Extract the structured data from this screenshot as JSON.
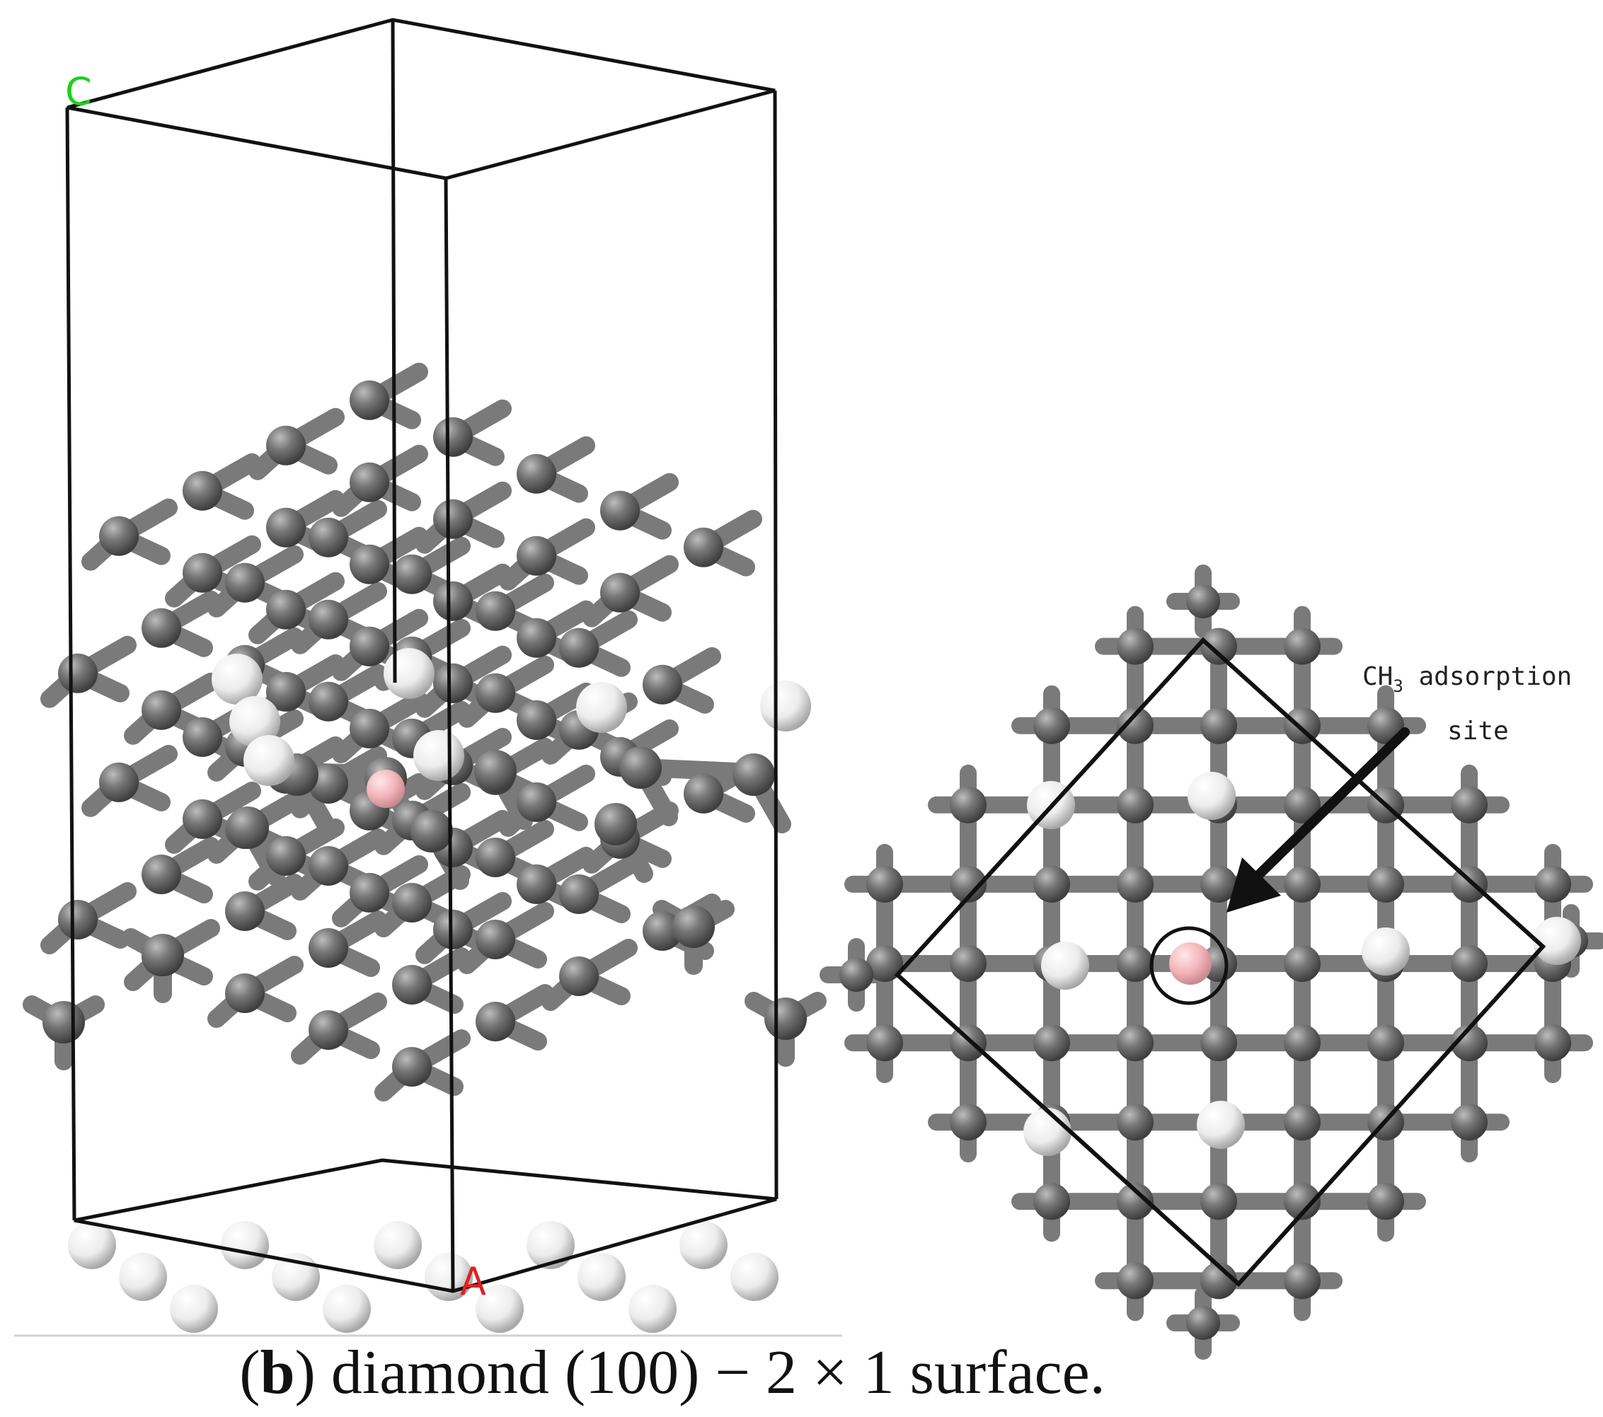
{
  "figure": {
    "left_panel": {
      "axis_label_c": "C",
      "axis_label_a": "A",
      "axis_color_c": "#19d219",
      "axis_color_a": "#e02020"
    },
    "right_panel": {
      "annotation_line1": "CH",
      "annotation_sub": "3",
      "annotation_rest": " adsorption",
      "annotation_line2": "site"
    },
    "caption": {
      "label": "b",
      "text": " diamond (100) − 2 × 1 surface."
    },
    "colors": {
      "carbon": "#6e6e6e",
      "hydrogen": "#f4f4f4",
      "adsorption_site": "#f3b8bc",
      "cell_box": "#111111"
    }
  }
}
